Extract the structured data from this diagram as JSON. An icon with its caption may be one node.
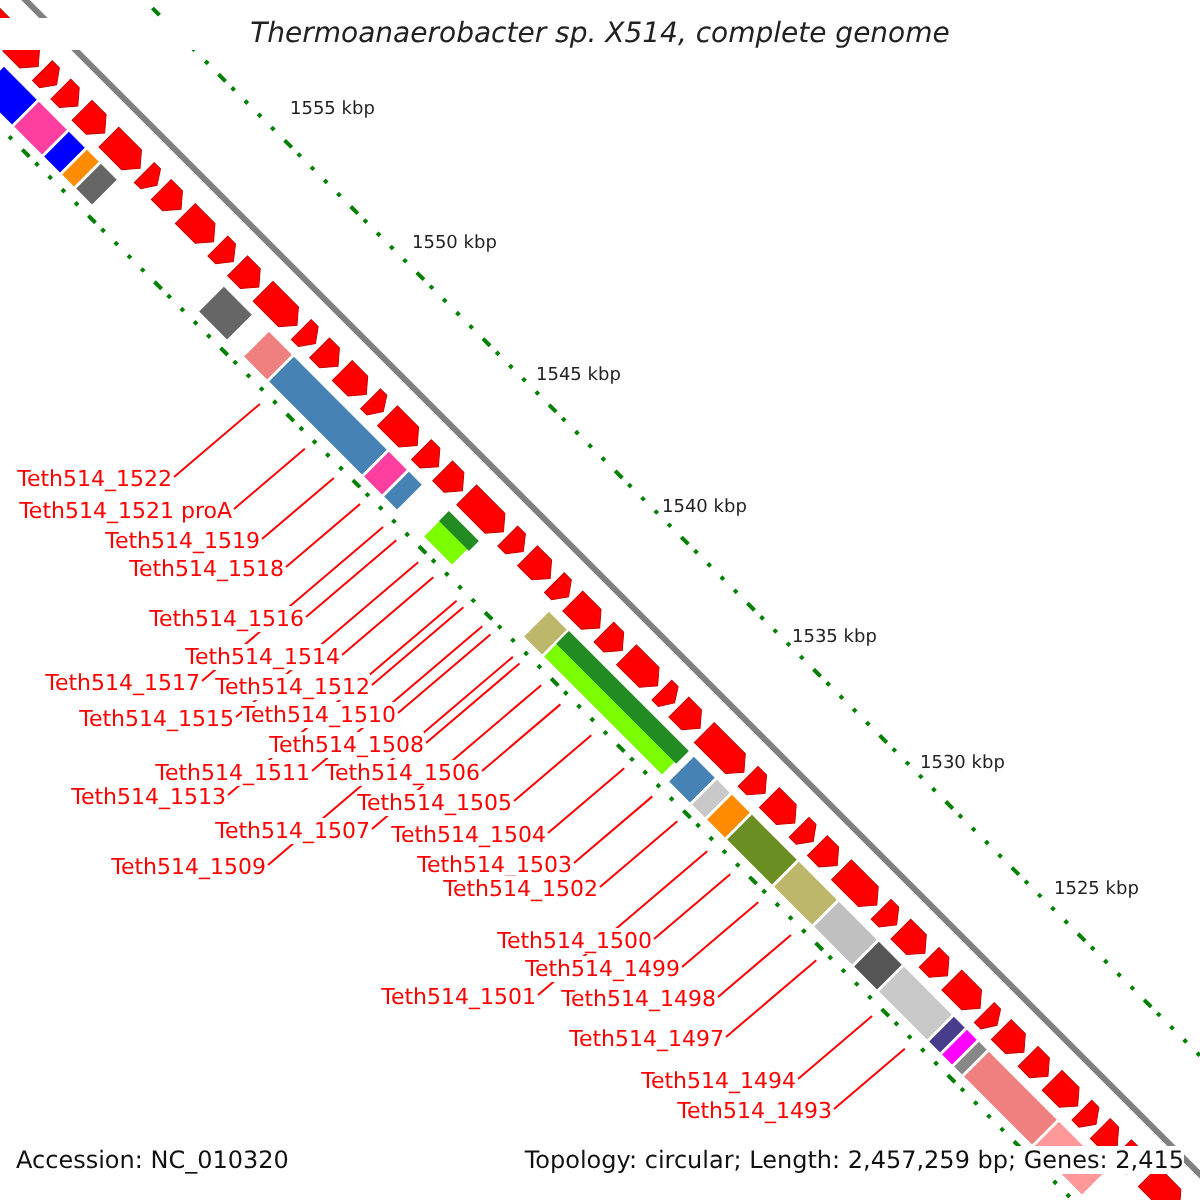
{
  "diagram": {
    "title": "Thermoanaerobacter sp. X514, complete genome",
    "nodes": [
      {
        "text": [
          "Teth514_1522"
        ]
      },
      {
        "text": [
          "Teth514_1521 proA"
        ]
      },
      {
        "text": [
          "Teth514_1519"
        ]
      },
      {
        "text": [
          "Teth514_1518"
        ]
      },
      {
        "text": [
          "Teth514_1516"
        ]
      },
      {
        "text": [
          "Teth514_1514"
        ]
      },
      {
        "text": [
          "Teth514_1517"
        ]
      },
      {
        "text": [
          "Teth514_1512"
        ]
      },
      {
        "text": [
          "Teth514_1515"
        ]
      },
      {
        "text": [
          "Teth514_1510"
        ]
      },
      {
        "text": [
          "Teth514_1508"
        ]
      },
      {
        "text": [
          "Teth514_1511"
        ]
      },
      {
        "text": [
          "Teth514_1506"
        ]
      },
      {
        "text": [
          "Teth514_1513"
        ]
      },
      {
        "text": [
          "Teth514_1505"
        ]
      },
      {
        "text": [
          "Teth514_1507"
        ]
      },
      {
        "text": [
          "Teth514_1504"
        ]
      },
      {
        "text": [
          "Teth514_1509"
        ]
      },
      {
        "text": [
          "Teth514_1503"
        ]
      },
      {
        "text": [
          "Teth514_1502"
        ]
      },
      {
        "text": [
          "Teth514_1500"
        ]
      },
      {
        "text": [
          "Teth514_1499"
        ]
      },
      {
        "text": [
          "Teth514_1501"
        ]
      },
      {
        "text": [
          "Teth514_1498"
        ]
      },
      {
        "text": [
          "Teth514_1497"
        ]
      },
      {
        "text": [
          "Teth514_1494"
        ]
      },
      {
        "text": [
          "Teth514_1493"
        ]
      }
    ],
    "edges": [
      {
        "from": 0,
        "to": null,
        "arrow": "none"
      },
      {
        "from": 1,
        "to": null,
        "arrow": "none"
      },
      {
        "from": 2,
        "to": null,
        "arrow": "none"
      },
      {
        "from": 3,
        "to": null,
        "arrow": "none"
      },
      {
        "from": 4,
        "to": null,
        "arrow": "none"
      },
      {
        "from": 5,
        "to": null,
        "arrow": "none"
      },
      {
        "from": 6,
        "to": null,
        "arrow": "none"
      },
      {
        "from": 7,
        "to": null,
        "arrow": "none"
      },
      {
        "from": 8,
        "to": null,
        "arrow": "none"
      },
      {
        "from": 9,
        "to": null,
        "arrow": "none"
      },
      {
        "from": 10,
        "to": null,
        "arrow": "none"
      },
      {
        "from": 11,
        "to": null,
        "arrow": "none"
      },
      {
        "from": 12,
        "to": null,
        "arrow": "none"
      },
      {
        "from": 13,
        "to": null,
        "arrow": "none"
      },
      {
        "from": 14,
        "to": null,
        "arrow": "none"
      },
      {
        "from": 15,
        "to": null,
        "arrow": "none"
      },
      {
        "from": 16,
        "to": null,
        "arrow": "none"
      },
      {
        "from": 17,
        "to": null,
        "arrow": "none"
      },
      {
        "from": 18,
        "to": null,
        "arrow": "none"
      },
      {
        "from": 19,
        "to": null,
        "arrow": "none"
      },
      {
        "from": 20,
        "to": null,
        "arrow": "none"
      },
      {
        "from": 21,
        "to": null,
        "arrow": "none"
      },
      {
        "from": 22,
        "to": null,
        "arrow": "none"
      },
      {
        "from": 23,
        "to": null,
        "arrow": "none"
      },
      {
        "from": 24,
        "to": null,
        "arrow": "none"
      },
      {
        "from": 25,
        "to": null,
        "arrow": "none"
      },
      {
        "from": 26,
        "to": null,
        "arrow": "none"
      }
    ],
    "labels": [
      "1555 kbp",
      "1550 kbp",
      "1545 kbp",
      "1540 kbp",
      "1535 kbp",
      "1530 kbp",
      "1525 kbp",
      "Accession: NC_010320",
      "Topology: circular; Length: 2,457,259 bp; Genes: 2,415"
    ]
  }
}
